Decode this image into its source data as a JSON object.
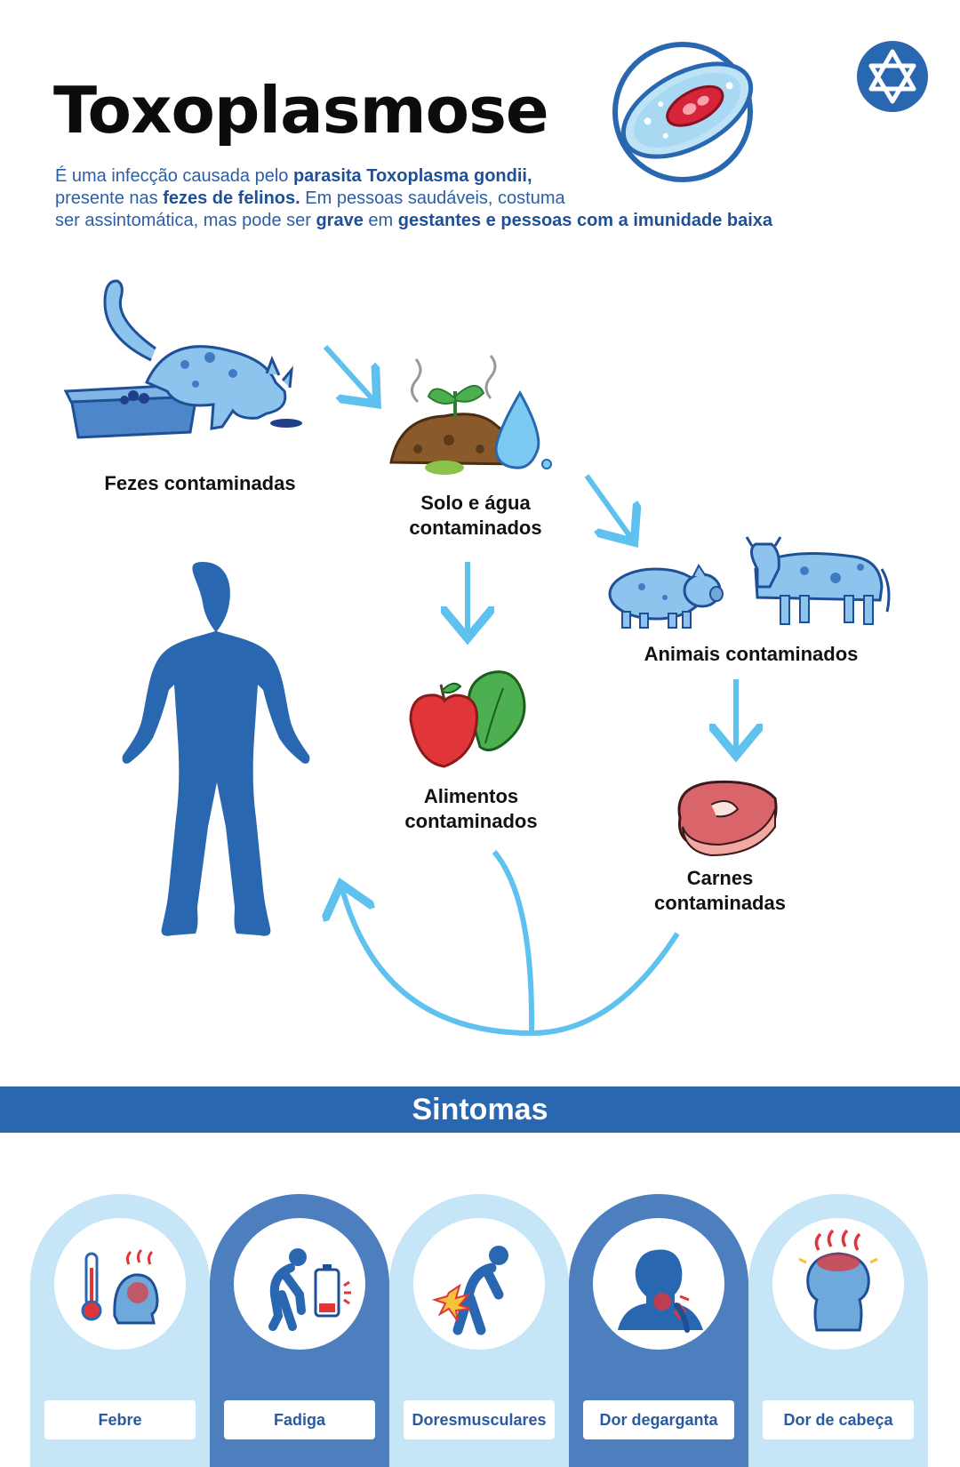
{
  "header": {
    "title": "Toxoplasmose",
    "intro_1": "É uma infecção causada pelo ",
    "intro_2": "parasita Toxoplasma gondii,",
    "intro_3": "presente nas ",
    "intro_4": "fezes de felinos.",
    "intro_5": " Em pessoas saudáveis, costuma",
    "intro_6": "ser assintomática, mas pode ser ",
    "intro_7": "grave",
    "intro_8": " em  ",
    "intro_9": "gestantes e pessoas com a imunidade baixa"
  },
  "cycle": {
    "feces": "Fezes contaminadas",
    "soil_1": "Solo e água",
    "soil_2": "contaminados",
    "animals": "Animais contaminados",
    "food_1": "Alimentos",
    "food_2": "contaminados",
    "meat_1": "Carnes",
    "meat_2": "contaminadas"
  },
  "symptoms": {
    "heading": "Sintomas",
    "items": [
      {
        "label_1": "Febre",
        "label_2": "",
        "icon": "fever-icon"
      },
      {
        "label_1": "Fadiga",
        "label_2": "",
        "icon": "fatigue-icon"
      },
      {
        "label_1": "Dores",
        "label_2": "musculares",
        "icon": "muscle-pain-icon"
      },
      {
        "label_1": "Dor de",
        "label_2": "garganta",
        "icon": "sore-throat-icon"
      },
      {
        "label_1": "Dor de cabeça",
        "label_2": "",
        "icon": "headache-icon"
      }
    ]
  },
  "colors": {
    "primary_blue": "#2a67b1",
    "light_blue": "#c6e6f7",
    "card_dark": "#4d7fbf",
    "arrow_blue": "#5ec1ee",
    "text_blue": "#2b5fa5"
  }
}
